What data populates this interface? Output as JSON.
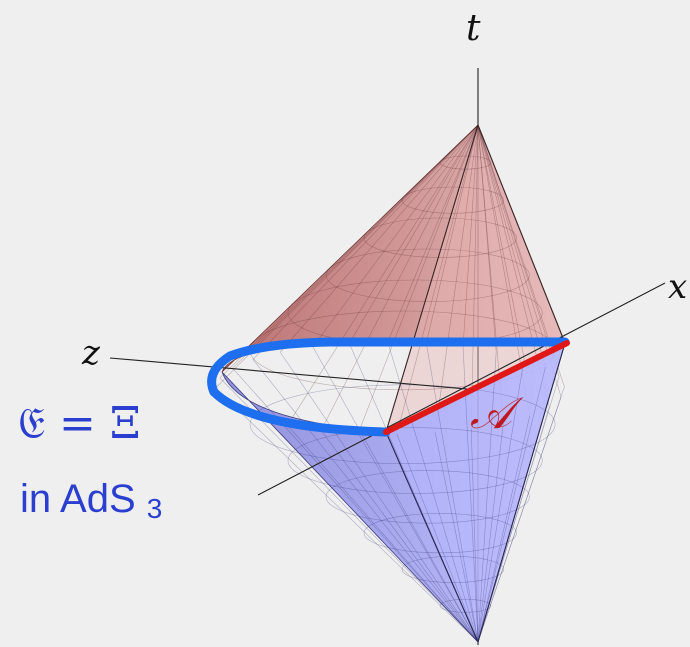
{
  "axes": {
    "t": "t",
    "x": "x",
    "z": "z"
  },
  "region_label": "𝒜",
  "caption": {
    "equation": "𝔈 = Ξ",
    "line2_prefix": "in AdS",
    "line2_sub": "3"
  },
  "colors": {
    "background": "#efefef",
    "upper_cone": "#c98080",
    "lower_cone": "#8c8cf0",
    "circle": "#1e6ef0",
    "segment": "#e01818",
    "caption": "#2a3fd0"
  }
}
